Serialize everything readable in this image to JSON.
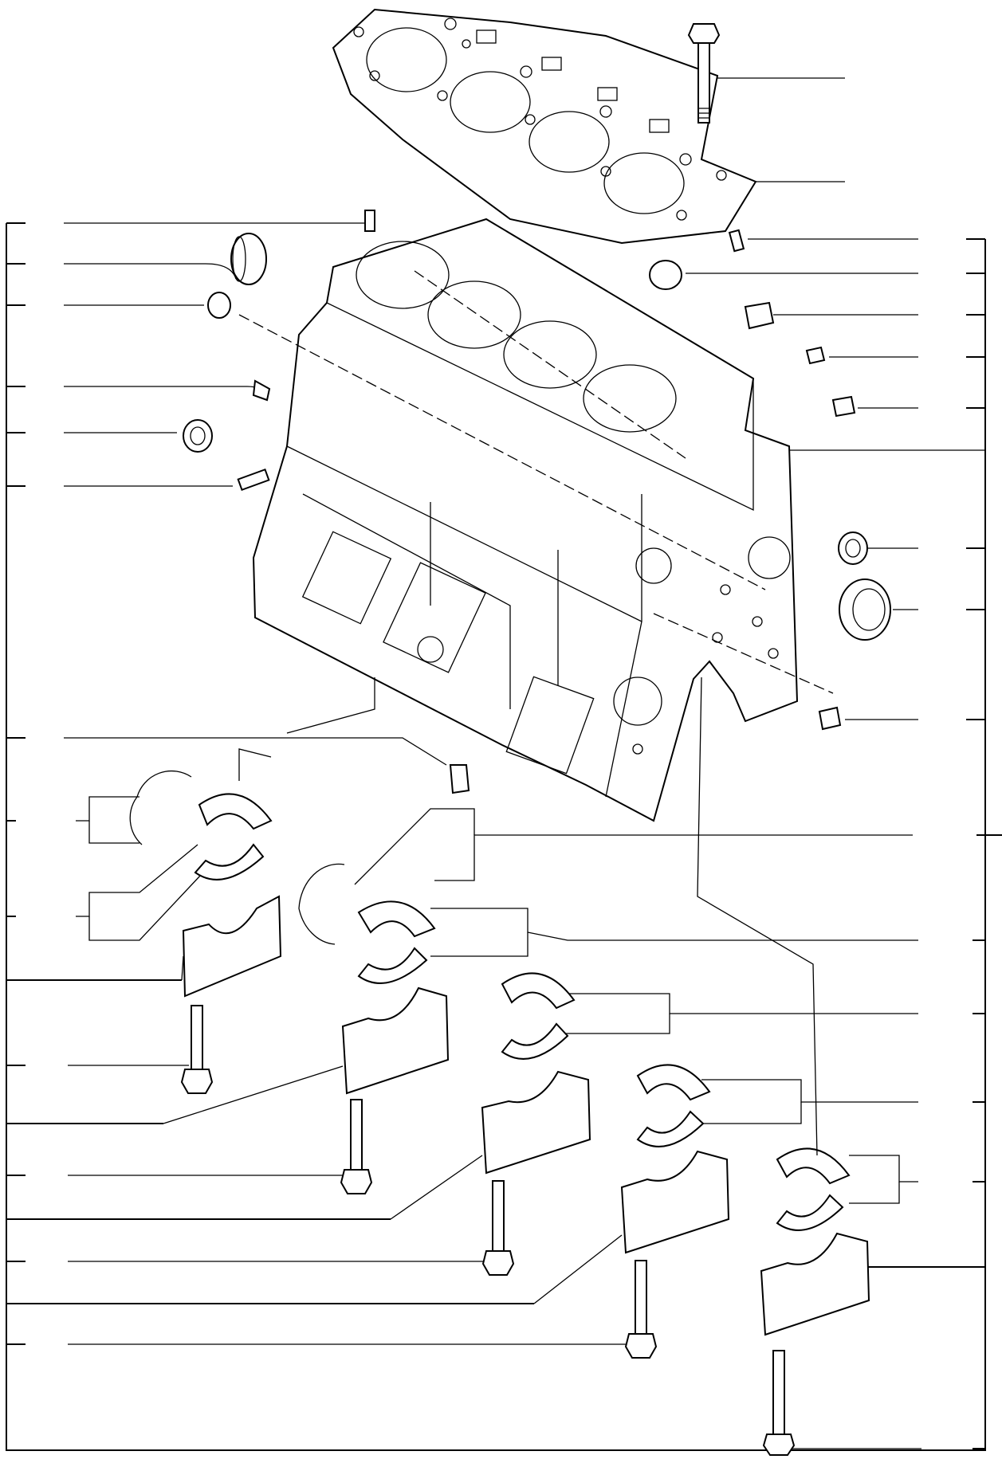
{
  "drawing": {
    "type": "exploded parts diagram",
    "parts": [
      "head-gasket",
      "head-bolt",
      "cylinder-block",
      "dowel-pin",
      "expansion-plug",
      "plug",
      "bushing",
      "seal",
      "thrust-washer",
      "main-bearing",
      "bearing-cap",
      "cap-bolt"
    ]
  }
}
